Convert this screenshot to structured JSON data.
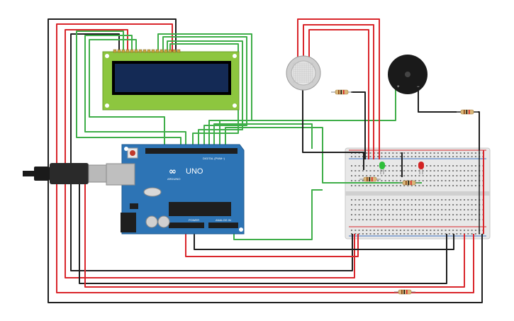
{
  "board": {
    "brand_label": "ARDUINO",
    "model_label": "UNO",
    "digital_header_label": "DIGITAL (PWM~)",
    "power_label": "POWER",
    "analog_label": "ANALOG IN"
  },
  "buzzer": {
    "plus_label": "+",
    "minus_label": "−"
  },
  "colors": {
    "wire_red": "#d9262b",
    "wire_black": "#1f1f1f",
    "wire_green": "#3fae49",
    "board_blue": "#2d74b5",
    "lcd_green": "#8dc63f",
    "lcd_screen": "#142a55",
    "led_green": "#2fbf3a",
    "led_red": "#d22323"
  },
  "components": [
    {
      "name": "Arduino Uno"
    },
    {
      "name": "16x2 LCD"
    },
    {
      "name": "Gas sensor"
    },
    {
      "name": "Piezo buzzer"
    },
    {
      "name": "Breadboard"
    },
    {
      "name": "Green LED"
    },
    {
      "name": "Red LED"
    },
    {
      "name": "Resistor"
    }
  ]
}
